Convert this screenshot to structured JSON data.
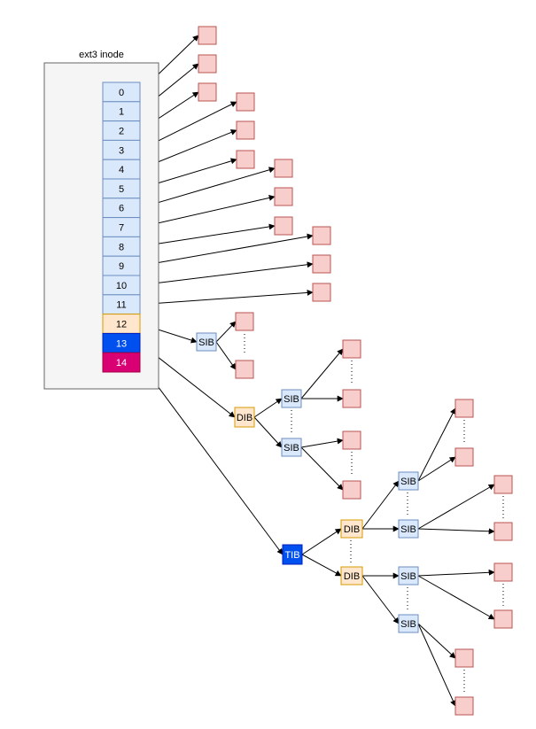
{
  "inode": {
    "title": "ext3 inode",
    "slots": [
      {
        "label": "0",
        "kind": "direct"
      },
      {
        "label": "1",
        "kind": "direct"
      },
      {
        "label": "2",
        "kind": "direct"
      },
      {
        "label": "3",
        "kind": "direct"
      },
      {
        "label": "4",
        "kind": "direct"
      },
      {
        "label": "5",
        "kind": "direct"
      },
      {
        "label": "6",
        "kind": "direct"
      },
      {
        "label": "7",
        "kind": "direct"
      },
      {
        "label": "8",
        "kind": "direct"
      },
      {
        "label": "9",
        "kind": "direct"
      },
      {
        "label": "10",
        "kind": "direct"
      },
      {
        "label": "11",
        "kind": "direct"
      },
      {
        "label": "12",
        "kind": "single"
      },
      {
        "label": "13",
        "kind": "double"
      },
      {
        "label": "14",
        "kind": "triple"
      }
    ]
  },
  "labels": {
    "sib": "SIB",
    "dib": "DIB",
    "tib": "TIB"
  },
  "colors": {
    "direct_fill": "#dae8fc",
    "direct_stroke": "#6c8ebf",
    "single_fill": "#ffe6cc",
    "single_stroke": "#d79b00",
    "double_fill": "#0050ef",
    "double_stroke": "#001dbc",
    "triple_fill": "#d80073",
    "triple_stroke": "#a50040",
    "data_fill": "#f8cecc",
    "data_stroke": "#b85450",
    "inode_fill": "#f5f5f5",
    "inode_stroke": "#666666"
  }
}
